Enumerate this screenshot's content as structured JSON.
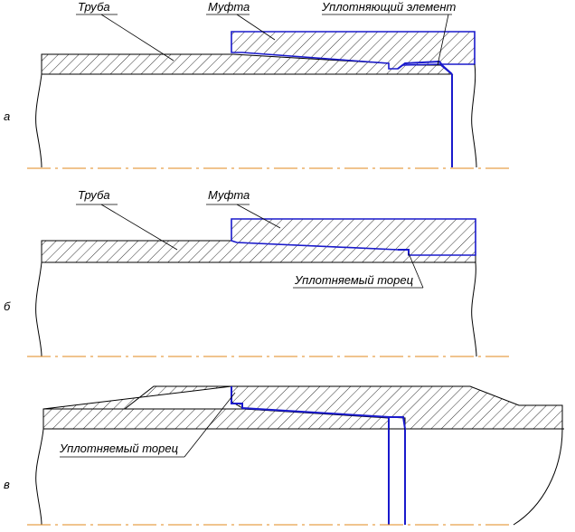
{
  "views": [
    {
      "letter": "а",
      "labels": {
        "pipe": "Труба",
        "coupling": "Муфта",
        "sealing": "Уплотняющий элемент"
      }
    },
    {
      "letter": "б",
      "labels": {
        "pipe": "Труба",
        "coupling": "Муфта",
        "sealed_end": "Уплотняемый торец"
      }
    },
    {
      "letter": "в",
      "labels": {
        "sealed_end": "Уплотняемый торец"
      }
    }
  ],
  "colors": {
    "outline": "#000000",
    "coupling_outline": "#1a1acc",
    "axis": "#e08a1e"
  }
}
